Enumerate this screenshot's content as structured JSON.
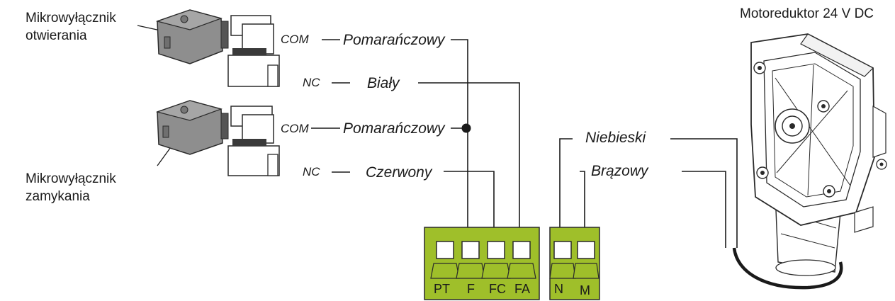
{
  "labels": {
    "open_switch": [
      "Mikrowyłącznik",
      "otwierania"
    ],
    "close_switch": [
      "Mikrowyłącznik",
      "zamykania"
    ],
    "motor": "Motoreduktor 24 V DC"
  },
  "pins": {
    "com": "COM",
    "nc": "NC"
  },
  "wires": {
    "orange": "Pomarańczowy",
    "white": "Biały",
    "red": "Czerwony",
    "blue": "Niebieski",
    "brown": "Brązowy"
  },
  "terminals": {
    "block1": [
      "PT",
      "F",
      "FC",
      "FA"
    ],
    "block2": [
      "N",
      "M"
    ]
  },
  "colors": {
    "terminal_green": "#9fbf2a",
    "switch_grey": "#8e8e8e",
    "line": "#1a1a1a"
  }
}
